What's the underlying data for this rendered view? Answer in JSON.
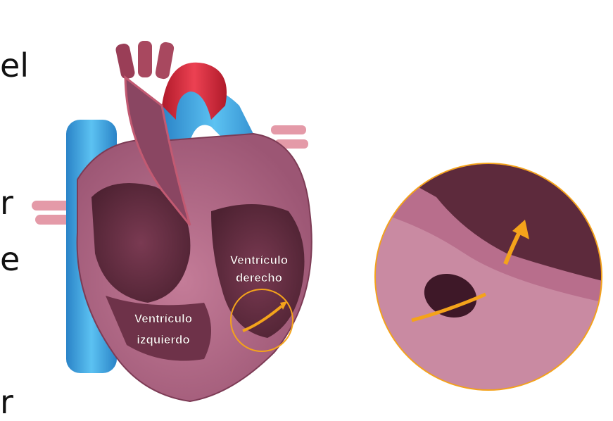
{
  "slide_text_fragments": [
    "el",
    "r",
    "e",
    "r"
  ],
  "labels": {
    "right_ventricle_line1": "Ventrículo",
    "right_ventricle_line2": "derecho",
    "left_ventricle_line1": "Ventrículo",
    "left_ventricle_line2": "izquierdo"
  },
  "colors": {
    "background": "#ffffff",
    "heart_muscle": "#b86e8c",
    "heart_dark": "#5d2a3c",
    "artery_red": "#d8283a",
    "vein_blue": "#3fa7e4",
    "accent_orange": "#f4a31b"
  }
}
